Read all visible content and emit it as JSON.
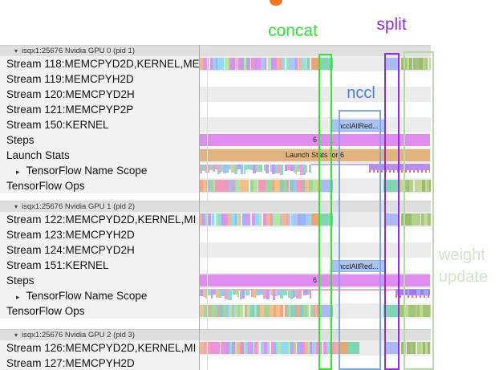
{
  "annotations": {
    "concat_label": "concat",
    "split_label": "split",
    "nccl_label": "nccl",
    "weight_update_line1": "weight",
    "weight_update_line2": "update"
  },
  "colors": {
    "concat": "#35e135",
    "split": "#8d2fe0",
    "nccl_text": "#4a80d9",
    "nccl_box_border": "#7ea6e8",
    "weight_update_text": "#cde8c6",
    "weight_box_border": "#b5d9a8",
    "steps_bar": "#e08cf0",
    "launch_bar": "#e3b37e",
    "nccl_bar_fill": "#aac4f2",
    "orange_block": "#e2a878",
    "teal_block": "#7fd6b2",
    "blue_block": "#a9baf5",
    "top_cut_text": "#f2761f",
    "scope_topline": "#cbaaf2",
    "scope_topline_pink": "#f2a8cc",
    "scope_segment": "#b98df0"
  },
  "stripe_palettes": {
    "busy": [
      "#f291d8",
      "#8fbcf7",
      "#c79af2",
      "#f2a2b8",
      "#90e0d0",
      "#f2b68a",
      "#a8c8f7",
      "#e891f2",
      "#94d8f7",
      "#b0e8a8"
    ],
    "ops": [
      "#9fd6a0",
      "#f2a688",
      "#ef9ab8",
      "#86ccc2",
      "#f2c188",
      "#9fc4f2",
      "#b8e0a0"
    ],
    "olive": [
      "#a6c478",
      "#b4d287",
      "#9dbd6e",
      "#c0da96"
    ],
    "scope": [
      "#8fd8cc",
      "#f2a0c4",
      "#c79af2",
      "#a6dba8",
      "#94c6f7",
      "#f2c188"
    ],
    "scope_seg_bits": [
      "#9f7ae8",
      "#8fb3f2"
    ]
  },
  "sections": [
    {
      "header": "isqx1:25676 Nvidia GPU 0 (pid 1)",
      "rows": [
        {
          "label": "Stream 118:MEMCPYD2D,KERNEL,ME",
          "type": "stream"
        },
        {
          "label": "Stream 119:MEMCPYH2D",
          "type": "empty"
        },
        {
          "label": "Stream 120:MEMCPYD2H",
          "type": "empty"
        },
        {
          "label": "Stream 121:MEMCPYP2P",
          "type": "empty"
        },
        {
          "label": "Stream 150:KERNEL",
          "type": "nccl",
          "bar_text": "ncclAllRed..."
        },
        {
          "label": "Steps",
          "type": "steps",
          "bar_text": "6"
        },
        {
          "label": "Launch Stats",
          "type": "launch",
          "bar_text": "Launch Stats for 6"
        },
        {
          "label": "TensorFlow Name Scope",
          "type": "namescope",
          "expandable": true,
          "variant": 0
        },
        {
          "label": "TensorFlow Ops",
          "type": "ops"
        }
      ]
    },
    {
      "header": "isqx1:25676 Nvidia GPU 1 (pid 2)",
      "rows": [
        {
          "label": "Stream 122:MEMCPYD2D,KERNEL,MI",
          "type": "stream"
        },
        {
          "label": "Stream 123:MEMCPYH2D",
          "type": "empty"
        },
        {
          "label": "Stream 124:MEMCPYD2H",
          "type": "empty"
        },
        {
          "label": "Stream 151:KERNEL",
          "type": "nccl",
          "bar_text": "ncclAllRed..."
        },
        {
          "label": "Steps",
          "type": "steps",
          "bar_text": "6"
        },
        {
          "label": "TensorFlow Name Scope",
          "type": "namescope",
          "expandable": true,
          "variant": 1
        },
        {
          "label": "TensorFlow Ops",
          "type": "ops"
        }
      ]
    },
    {
      "header": "isqx1:25676 Nvidia GPU 2 (pid 3)",
      "rows": [
        {
          "label": "Stream 126:MEMCPYD2D,KERNEL,MI",
          "type": "stream",
          "late": true
        },
        {
          "label": "Stream 127:MEMCPYH2D",
          "type": "empty"
        }
      ]
    }
  ]
}
